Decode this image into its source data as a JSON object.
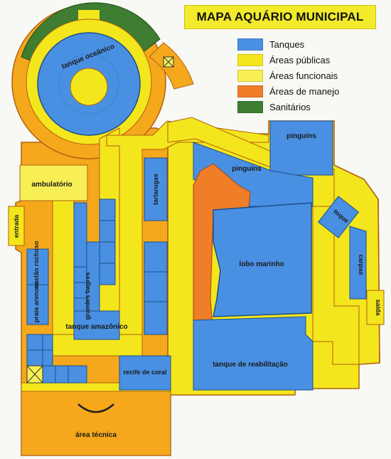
{
  "title": "MAPA AQUÁRIO MUNICIPAL",
  "legend": [
    {
      "label": "Tanques",
      "color": "#4a90e2"
    },
    {
      "label": "Áreas públicas",
      "color": "#f4e61c"
    },
    {
      "label": "Áreas funcionais",
      "color": "#f7ef55"
    },
    {
      "label": "Áreas de manejo",
      "color": "#f07d28"
    },
    {
      "label": "Sanitários",
      "color": "#3e7d32"
    }
  ],
  "colors": {
    "tank": "#4a90e2",
    "public": "#f4e61c",
    "functional": "#f7ef55",
    "management": "#f07d28",
    "sanitary": "#3e7d32",
    "outer": "#f5a81c"
  },
  "labels": {
    "tanque_oceanico": "tanque oceânico",
    "pinguins_right": "pinguins",
    "pinguins_center": "pinguins",
    "ambulatorio": "ambulatório",
    "entrada": "entrada",
    "costao_rochoso": "costão rochoso",
    "praia_arenosa": "praia arenosa",
    "grandes_bagres": "grandes bagres",
    "tartarugas": "tartarugas",
    "tanque_amazonico": "tanque amazônico",
    "recife_de_coral": "recife de coral",
    "lobo_marinho": "lobo marinho",
    "tanque_de_reabilitacao": "tanque de reabilitação",
    "toque": "toque",
    "carpas": "carpas",
    "saida": "saída",
    "area_tecnica": "área técnica"
  }
}
